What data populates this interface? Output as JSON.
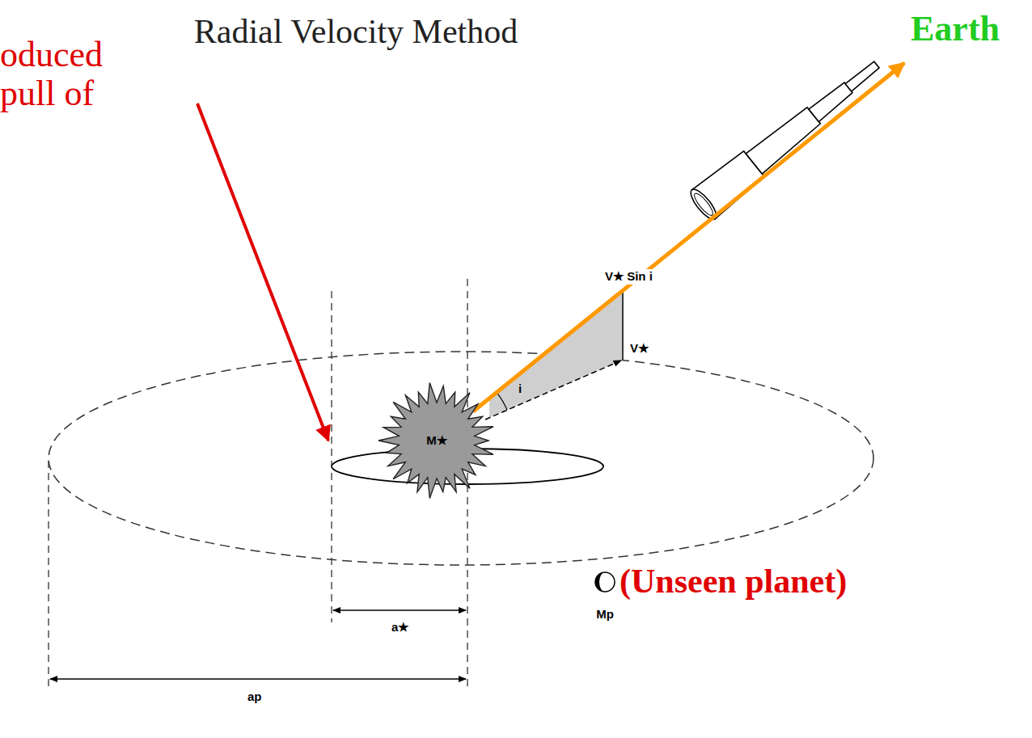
{
  "diagram": {
    "title": "Radial Velocity Method",
    "nodes": [
      {
        "text": [
          "M★"
        ]
      },
      {
        "text": [
          "Mp"
        ]
      }
    ],
    "labels": [
      "oduced pull of",
      "Earth",
      "V★ Sin i",
      "V★",
      "i",
      "a★",
      "ap",
      "(Unseen planet)"
    ]
  }
}
